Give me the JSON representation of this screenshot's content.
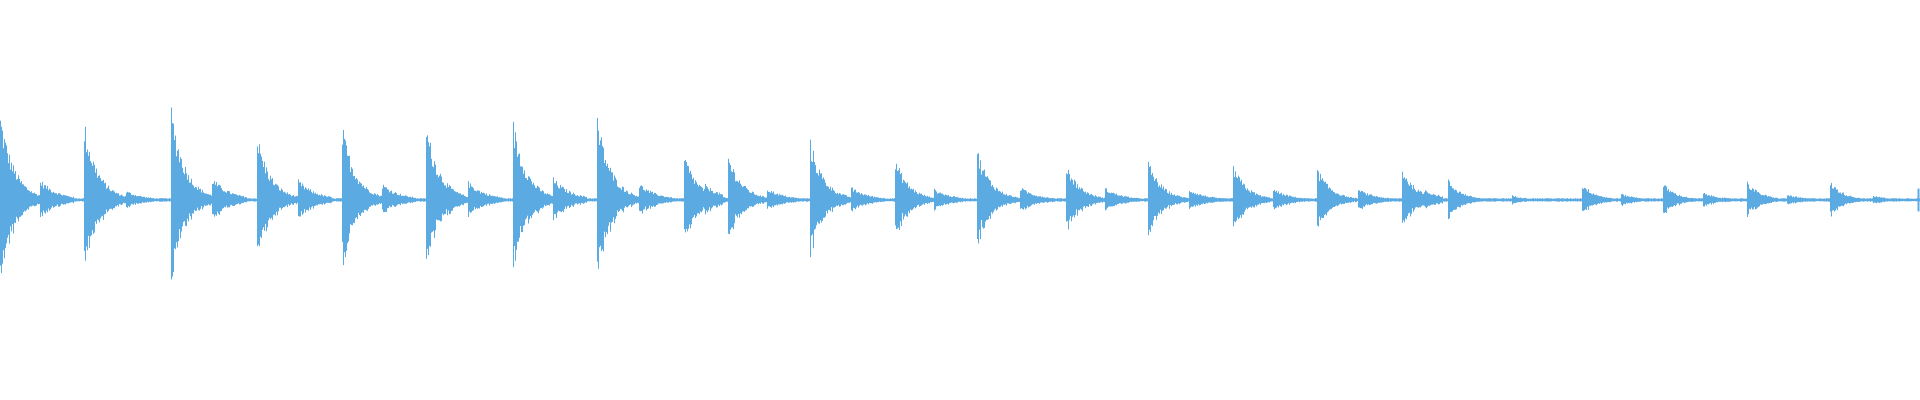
{
  "waveform": {
    "color": "#5BAAE2",
    "background": "#FFFFFF",
    "onsets": [
      0.0,
      0.044,
      0.089,
      0.134,
      0.178,
      0.222,
      0.267,
      0.311,
      0.356,
      0.379,
      0.422,
      0.466,
      0.509,
      0.555,
      0.598,
      0.642,
      0.686,
      0.73,
      0.754,
      0.824,
      0.866,
      0.91,
      0.953
    ],
    "peak_levels": [
      0.95,
      0.85,
      1.0,
      0.7,
      0.8,
      0.82,
      0.85,
      0.9,
      0.5,
      0.5,
      0.65,
      0.45,
      0.55,
      0.4,
      0.42,
      0.38,
      0.35,
      0.35,
      0.22,
      0.18,
      0.18,
      0.2,
      0.2
    ],
    "echo_levels": [
      0.22,
      0.1,
      0.24,
      0.22,
      0.18,
      0.2,
      0.24,
      0.18,
      0.17,
      0.13,
      0.14,
      0.12,
      0.14,
      0.13,
      0.12,
      0.12,
      0.12,
      0.12,
      0.05,
      0.07,
      0.08,
      0.06,
      0.05
    ],
    "end_marker_level": 0.12
  }
}
